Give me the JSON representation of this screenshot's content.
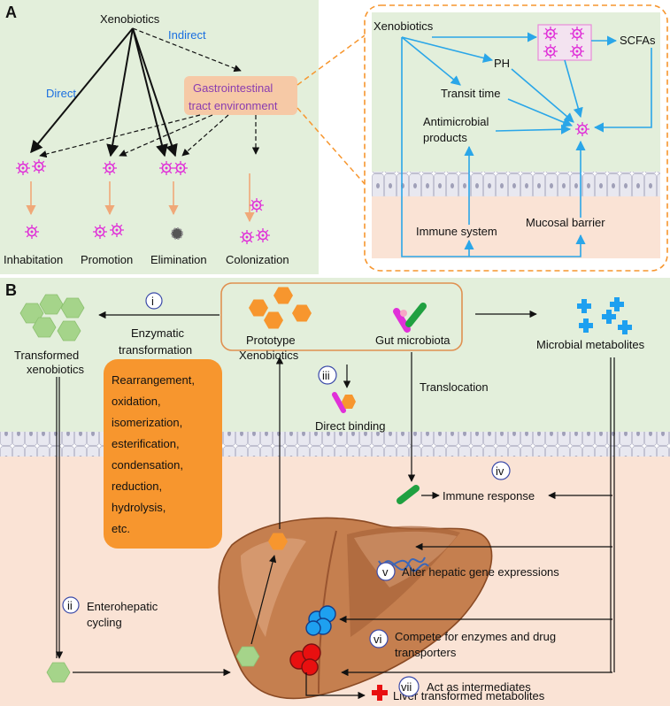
{
  "panel_a": {
    "label": "A",
    "xenobiotics": "Xenobiotics",
    "direct": "Direct",
    "indirect": "Indirect",
    "gi_line1": "Gastrointestinal",
    "gi_line2": "tract environment",
    "outcomes": [
      "Inhabitation",
      "Promotion",
      "Elimination",
      "Colonization"
    ],
    "zoom": {
      "xenobiotics": "Xenobiotics",
      "scfas": "SCFAs",
      "ph": "PH",
      "transit_time": "Transit time",
      "antimicrobial_line1": "Antimicrobial",
      "antimicrobial_line2": "products",
      "immune_system": "Immune  system",
      "mucosal_barrier": "Mucosal barrier"
    }
  },
  "panel_b": {
    "label": "B",
    "prototype_line1": "Prototype",
    "prototype_line2": "Xenobiotics",
    "gut_microbiota": "Gut microbiota",
    "microbial_metabolites": "Microbial metabolites",
    "transformed_line1": "Transformed",
    "transformed_line2": "xenobiotics",
    "step_i": "i",
    "enzymatic_line1": "Enzymatic",
    "enzymatic_line2": "transformation",
    "reactions": [
      "Rearrangement,",
      "oxidation,",
      "isomerization,",
      "esterification,",
      "condensation,",
      "reduction,",
      "hydrolysis,",
      "etc."
    ],
    "step_ii": "ii",
    "enterohepatic_line1": "Enterohepatic",
    "enterohepatic_line2": "cycling",
    "step_iii": "iii",
    "direct_binding": "Direct binding",
    "translocation": "Translocation",
    "step_iv": "iv",
    "immune_response": "Immune  response",
    "step_v": "v",
    "alter_hepatic": "Alter hepatic gene expressions",
    "step_vi": "vi",
    "compete_line1": "Compete for  enzymes and drug",
    "compete_line2": "transporters",
    "step_vii": "vii",
    "act_intermediates": "Act as intermediates",
    "liver_transformed": "Liver transformed metabolites"
  },
  "colors": {
    "gut_lumen": "#e3efdb",
    "tissue": "#fae3d5",
    "arrow_blue": "#2aa6e8",
    "highlight_orange": "#f7962e",
    "liver_brown": "#c07a4a",
    "microbe_magenta": "#e030d8",
    "metabolite_blue": "#1ea0f0"
  }
}
